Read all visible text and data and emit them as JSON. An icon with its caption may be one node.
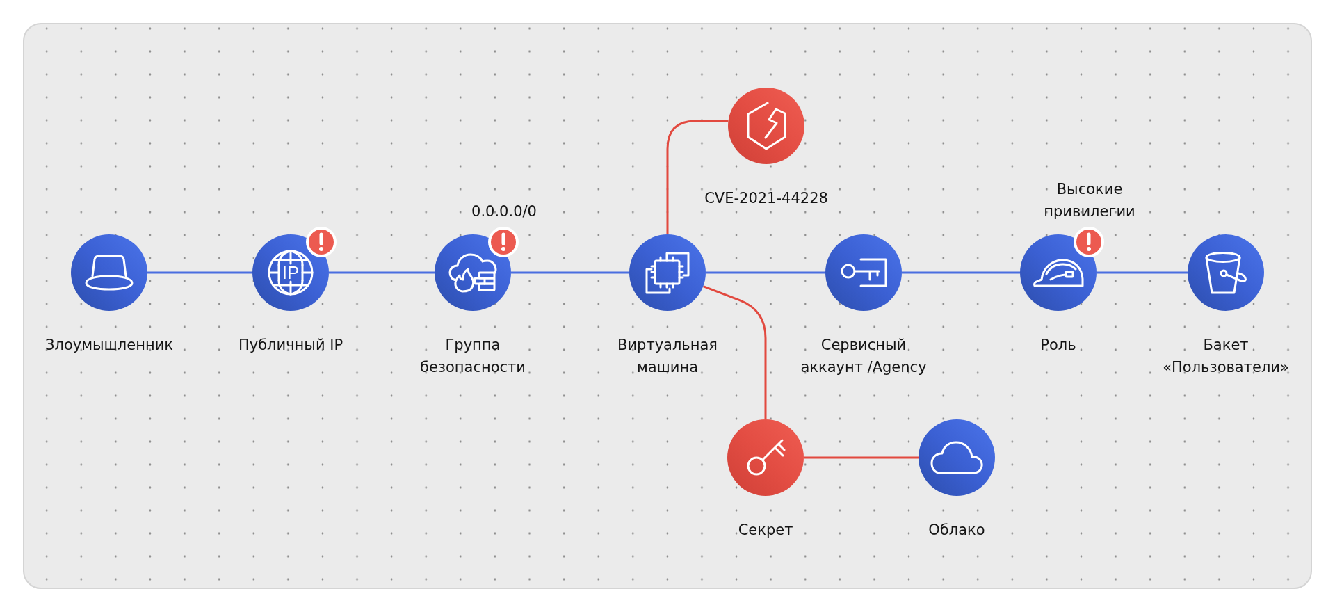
{
  "diagram": {
    "nodes": [
      {
        "text": [
          "Злоумышленник"
        ]
      },
      {
        "text": [
          "Публичный IP"
        ]
      },
      {
        "text": [
          "Группа безопасности"
        ],
        "beside": [
          "0.0.0.0/0"
        ]
      },
      {
        "text": [
          "Виртуальная машина"
        ]
      },
      {
        "text": [
          "CVE-2021-44228"
        ]
      },
      {
        "text": [
          "Сервисный аккаунт /Agency"
        ]
      },
      {
        "text": [
          "Роль"
        ],
        "beside": [
          "Высокие привилегии"
        ]
      },
      {
        "text": [
          "Бакет «Пользователи»"
        ]
      },
      {
        "text": [
          "Секрет"
        ]
      },
      {
        "text": [
          "Облако"
        ]
      }
    ],
    "edges": [
      {
        "from": 0,
        "to": 1,
        "arrow": "none"
      },
      {
        "from": 1,
        "to": 2,
        "arrow": "none"
      },
      {
        "from": 2,
        "to": 3,
        "arrow": "none"
      },
      {
        "from": 3,
        "to": 4,
        "arrow": "none",
        "color": "#e2493f"
      },
      {
        "from": 3,
        "to": 5,
        "arrow": "none"
      },
      {
        "from": 5,
        "to": 6,
        "arrow": "none"
      },
      {
        "from": 6,
        "to": 7,
        "arrow": "none"
      },
      {
        "from": 3,
        "to": 8,
        "arrow": "none",
        "color": "#e2493f"
      },
      {
        "from": 8,
        "to": 9,
        "arrow": "none",
        "color": "#e2493f"
      }
    ],
    "labels": [
      "IP"
    ]
  }
}
